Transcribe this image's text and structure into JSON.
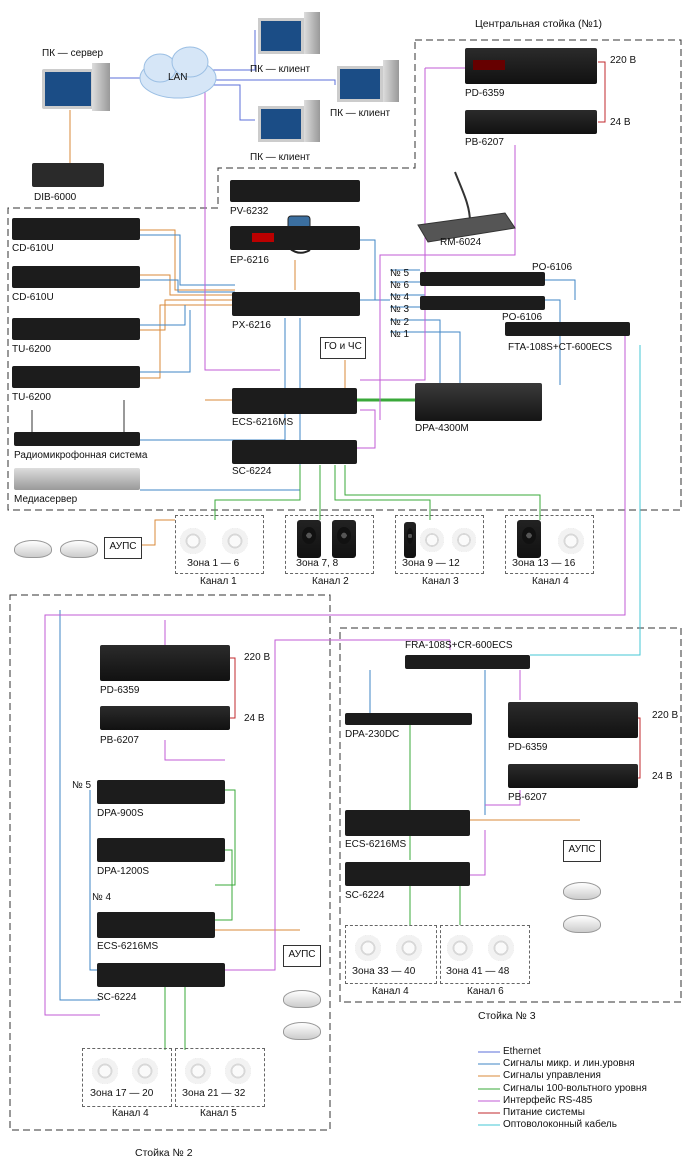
{
  "labels": {
    "central_rack": "Центральная стойка (№1)",
    "pc_server": "ПК — сервер",
    "lan": "LAN",
    "pc_client_1": "ПК — клиент",
    "pc_client_2": "ПК — клиент",
    "pc_client_3": "ПК — клиент",
    "dib": "DIB-6000",
    "pd_1": "PD-6359",
    "pb_1": "PB-6207",
    "v220_1": "220 В",
    "v24_1": "24 В",
    "pv": "PV-6232",
    "ep": "EP-6216",
    "rm": "RM-6024",
    "cd1": "CD-610U",
    "cd2": "CD-610U",
    "tu1": "TU-6200",
    "tu2": "TU-6200",
    "px": "PX-6216",
    "po1": "PO-6106",
    "po2": "PO-6106",
    "fta": "FTA-108S+CT-600ECS",
    "ch5": "№ 5",
    "ch6": "№ 6",
    "ch4": "№ 4",
    "ch3": "№ 3",
    "ch2": "№ 2",
    "ch1": "№ 1",
    "go": "ГО и ЧС",
    "ecs1": "ECS-6216MS",
    "dpa4300": "DPA-4300M",
    "radio": "Радиомикрофонная система",
    "sc1": "SC-6224",
    "media": "Медиасервер",
    "aups1": "АУПС",
    "zone_1_6": "Зона 1 — 6",
    "zone_7_8": "Зона 7, 8",
    "zone_9_12": "Зона 9 — 12",
    "zone_13_16": "Зона 13 — 16",
    "chan1": "Канал 1",
    "chan2": "Канал 2",
    "chan3": "Канал 3",
    "chan4_top": "Канал 4",
    "fra": "FRA-108S+CR-600ECS",
    "pd_2": "PD-6359",
    "pb_2": "PB-6207",
    "v220_2": "220 В",
    "v24_2": "24 В",
    "dpa230": "DPA-230DC",
    "pd_3": "PD-6359",
    "pb_3": "PB-6207",
    "v220_3": "220 В",
    "v24_3": "24 В",
    "no5_r2": "№ 5",
    "dpa900": "DPA-900S",
    "dpa1200": "DPA-1200S",
    "no4_r2": "№ 4",
    "ecs2": "ECS-6216MS",
    "ecs3": "ECS-6216MS",
    "aups3": "АУПС",
    "sc3": "SC-6224",
    "aups2": "АУПС",
    "sc2": "SC-6224",
    "zone_33_40": "Зона 33 — 40",
    "zone_41_48": "Зона 41 — 48",
    "chan4_r3": "Канал 4",
    "chan6": "Канал 6",
    "rack3": "Стойка № 3",
    "zone_17_20": "Зона 17 — 20",
    "zone_21_32": "Зона 21 — 32",
    "chan4_r2": "Канал 4",
    "chan5": "Канал 5",
    "rack2": "Стойка № 2"
  },
  "legend": [
    {
      "label": "Ethernet",
      "color": "#5b6fd8"
    },
    {
      "label": "Сигналы микр. и лин.уровня",
      "color": "#3f86c6"
    },
    {
      "label": "Сигналы управления",
      "color": "#d9893a"
    },
    {
      "label": "Сигналы 100-вольтного уровня",
      "color": "#3aa83a"
    },
    {
      "label": "Интерфейс RS-485",
      "color": "#c25bd6"
    },
    {
      "label": "Питание системы",
      "color": "#c0282d"
    },
    {
      "label": "Оптоволоконный кабель",
      "color": "#45c7d6"
    }
  ],
  "colors": {
    "ethernet": "#5b6fd8",
    "audio": "#3f86c6",
    "control": "#d9893a",
    "v100": "#3aa83a",
    "rs485": "#c25bd6",
    "power": "#c0282d",
    "fiber": "#45c7d6"
  }
}
